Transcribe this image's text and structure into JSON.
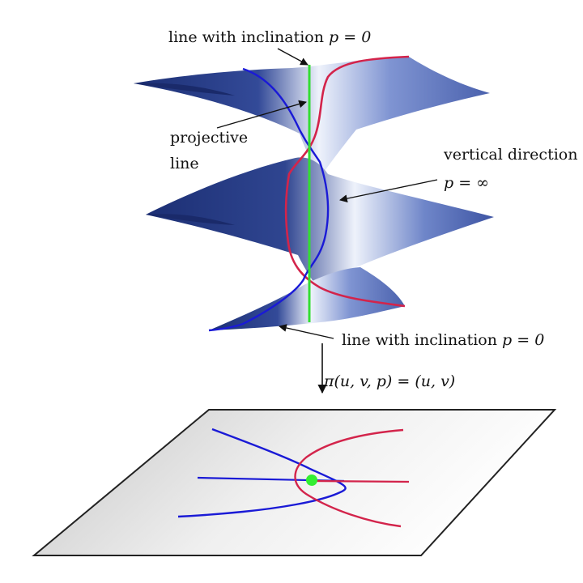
{
  "labels": {
    "top_line_text": "line with inclination ",
    "top_line_math": "p = 0",
    "projective_1": "projective",
    "projective_2": "line",
    "vertical_text": "vertical direction",
    "vertical_math": "p = ∞",
    "bottom_line_text": "line with inclination ",
    "bottom_line_math": "p = 0",
    "projection": "π(u, v, p) = (u, v)"
  },
  "colors": {
    "surface_dark": "#1c2f74",
    "surface_mid": "#6f86c9",
    "surface_light": "#eef2fb",
    "blue_curve": "#1a1ad6",
    "red_curve": "#d3244b",
    "green_line": "#33dd33",
    "plane_fill_light": "#f7f7f7",
    "plane_fill_dark": "#c8c8c8"
  }
}
